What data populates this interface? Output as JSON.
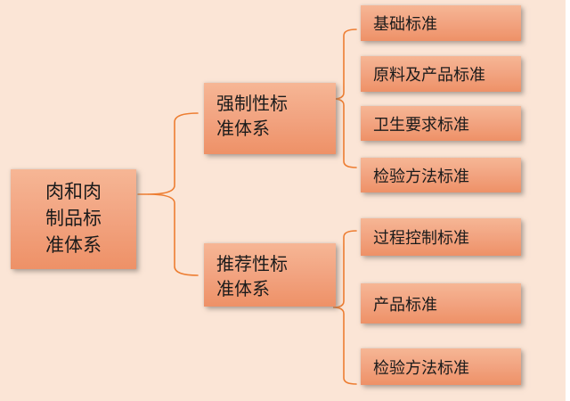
{
  "root": {
    "label": "肉和肉制品标准体系",
    "lines": [
      "肉和肉",
      "制品标",
      "准体系"
    ]
  },
  "branches": [
    {
      "label": "强制性标准体系",
      "lines": [
        "强制性标",
        "准体系"
      ],
      "children": [
        "基础标准",
        "原料及产品标准",
        "卫生要求标准",
        "检验方法标准"
      ]
    },
    {
      "label": "推荐性标准体系",
      "lines": [
        "推荐性标",
        "准体系"
      ],
      "children": [
        "过程控制标准",
        "产品标准",
        "检验方法标准"
      ]
    }
  ],
  "colors": {
    "background": "#FBE5D6",
    "box_fill_top": "#F6B695",
    "box_fill_bottom": "#EE9167",
    "brace": "#ED7D31",
    "text": "#1B1B1B",
    "shadow": "rgba(125,116,110,0.55)"
  }
}
